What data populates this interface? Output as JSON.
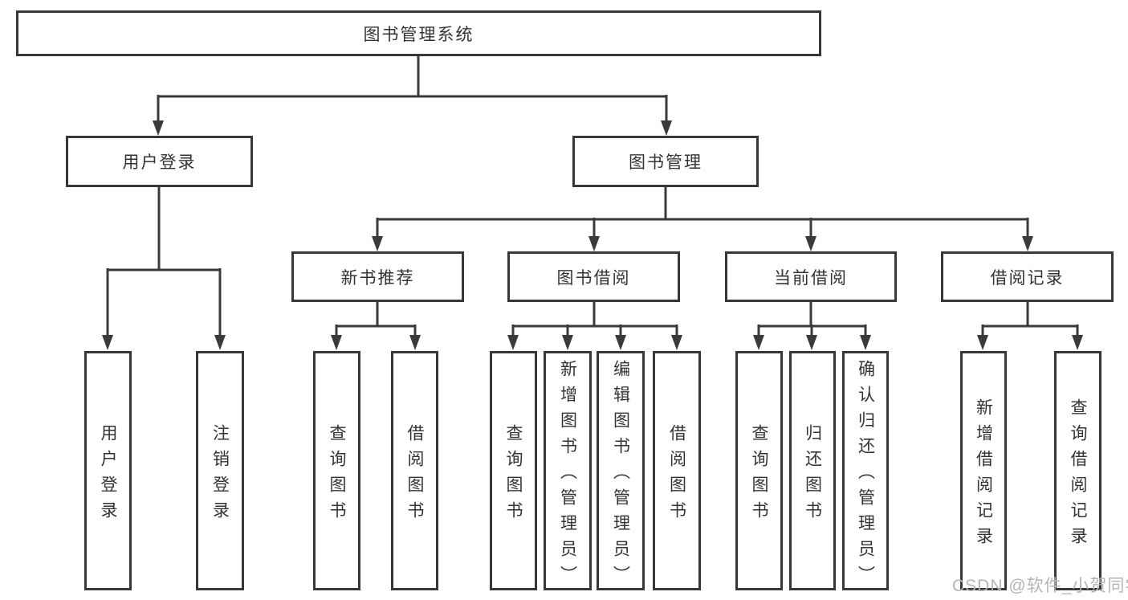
{
  "diagram_title": "图书管理系统",
  "tree": {
    "root": "图书管理系统",
    "branches": [
      {
        "label": "用户登录",
        "leaves": [
          "用户登录",
          "注销登录"
        ]
      },
      {
        "label": "图书管理",
        "groups": [
          {
            "label": "新书推荐",
            "leaves": [
              "查询图书",
              "借阅图书"
            ]
          },
          {
            "label": "图书借阅",
            "leaves": [
              "查询图书",
              "新增图书（管理员）",
              "编辑图书（管理员）",
              "借阅图书"
            ]
          },
          {
            "label": "当前借阅",
            "leaves": [
              "查询图书",
              "归还图书",
              "确认归还（管理员）"
            ]
          },
          {
            "label": "借阅记录",
            "leaves": [
              "新增借阅记录",
              "查询借阅记录"
            ]
          }
        ]
      }
    ]
  },
  "watermark": "CSDN @软件_小贺同学",
  "colors": {
    "line": "#3a3a3a",
    "box_border": "#383838",
    "text": "#333333",
    "watermark": "#b5b5b5",
    "background": "#ffffff"
  }
}
